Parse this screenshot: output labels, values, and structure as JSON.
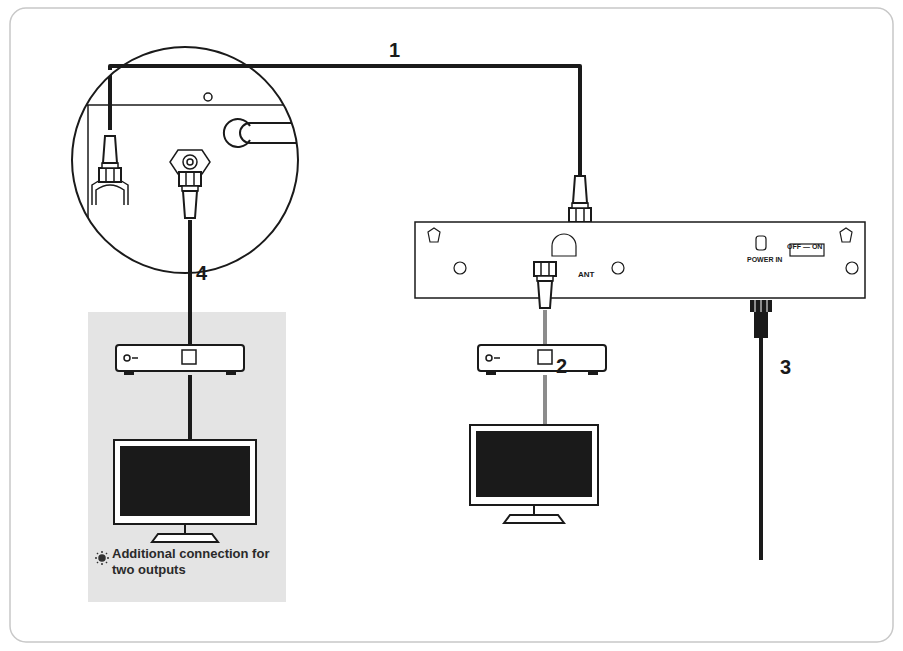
{
  "diagram": {
    "nodes": [
      {
        "text": [
          "Additional connection for two outputs"
        ]
      },
      {
        "text": [
          "ANT",
          "POWER IN",
          "OFF — ON"
        ]
      }
    ],
    "labels": [
      "1",
      "2",
      "3",
      "4"
    ]
  }
}
